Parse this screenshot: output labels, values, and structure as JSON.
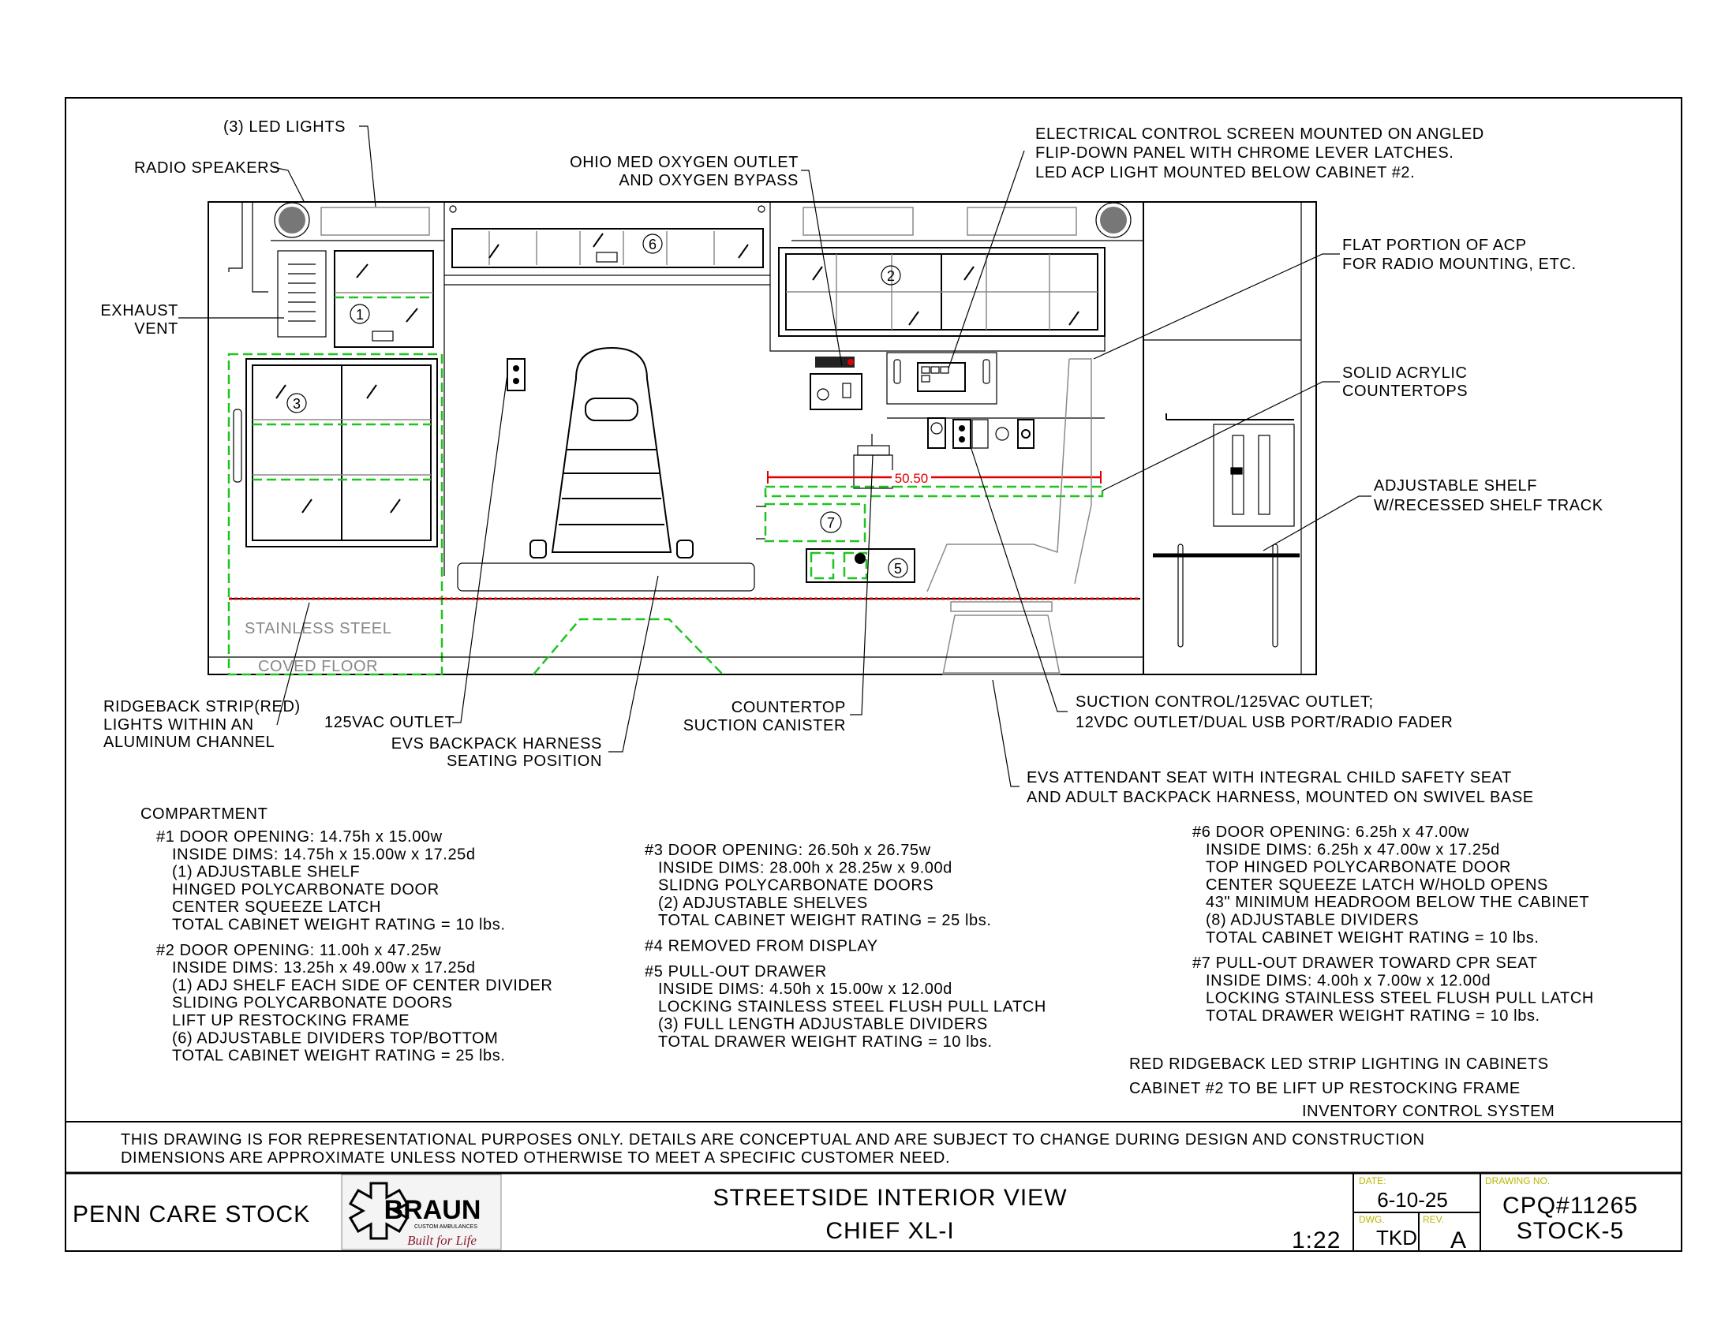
{
  "callouts": {
    "led_lights": "(3) LED LIGHTS",
    "radio_speakers": "RADIO SPEAKERS",
    "exhaust_vent": [
      "EXHAUST",
      "VENT"
    ],
    "oxygen": [
      "OHIO MED OXYGEN OUTLET",
      "AND OXYGEN BYPASS"
    ],
    "electrical": [
      "ELECTRICAL CONTROL SCREEN MOUNTED ON ANGLED",
      "FLIP-DOWN PANEL WITH CHROME LEVER LATCHES.",
      "LED ACP LIGHT MOUNTED BELOW CABINET #2."
    ],
    "flat_portion": [
      "FLAT PORTION OF ACP",
      "FOR RADIO MOUNTING, ETC."
    ],
    "countertops": [
      "SOLID ACRYLIC",
      "COUNTERTOPS"
    ],
    "adj_shelf": [
      "ADJUSTABLE SHELF",
      "W/RECESSED SHELF TRACK"
    ],
    "ridgeback": [
      "RIDGEBACK STRIP(RED)",
      "LIGHTS WITHIN AN",
      "ALUMINUM CHANNEL"
    ],
    "outlet": "125VAC OUTLET",
    "evs_backpack": [
      "EVS BACKPACK HARNESS",
      "SEATING POSITION"
    ],
    "canister": [
      "COUNTERTOP",
      "SUCTION CANISTER"
    ],
    "suction": [
      "SUCTION CONTROL/125VAC OUTLET;",
      "12VDC OUTLET/DUAL USB PORT/RADIO FADER"
    ],
    "attendant": [
      "EVS ATTENDANT SEAT WITH INTEGRAL CHILD SAFETY SEAT",
      "AND ADULT BACKPACK HARNESS, MOUNTED ON SWIVEL BASE"
    ]
  },
  "drawing": {
    "stainless": "STAINLESS STEEL",
    "coved": "COVED FLOOR",
    "dimension": "50.50",
    "cabinet_numbers": [
      "1",
      "2",
      "3",
      "5",
      "6",
      "7"
    ]
  },
  "specs": {
    "heading": "COMPARTMENT",
    "col1": [
      {
        "t": "#1 DOOR OPENING: 14.75h x 15.00w",
        "h": true
      },
      {
        "t": "INSIDE DIMS: 14.75h x 15.00w x 17.25d"
      },
      {
        "t": "(1) ADJUSTABLE SHELF"
      },
      {
        "t": "HINGED POLYCARBONATE DOOR"
      },
      {
        "t": "CENTER SQUEEZE LATCH"
      },
      {
        "t": "TOTAL CABINET WEIGHT RATING = 10 lbs."
      },
      {
        "t": "#2 DOOR OPENING: 11.00h x 47.25w",
        "h": true
      },
      {
        "t": "INSIDE DIMS: 13.25h x 49.00w x 17.25d"
      },
      {
        "t": "(1) ADJ SHELF EACH SIDE OF CENTER DIVIDER"
      },
      {
        "t": "SLIDING POLYCARBONATE DOORS"
      },
      {
        "t": "LIFT UP RESTOCKING FRAME"
      },
      {
        "t": "(6) ADJUSTABLE DIVIDERS TOP/BOTTOM"
      },
      {
        "t": "TOTAL CABINET WEIGHT RATING = 25 lbs."
      }
    ],
    "col2": [
      {
        "t": "#3 DOOR OPENING: 26.50h x 26.75w",
        "h": true
      },
      {
        "t": "INSIDE DIMS: 28.00h x 28.25w x 9.00d"
      },
      {
        "t": "SLIDNG POLYCARBONATE DOORS"
      },
      {
        "t": "(2) ADJUSTABLE SHELVES"
      },
      {
        "t": "TOTAL CABINET WEIGHT RATING = 25 lbs."
      },
      {
        "t": "#4 REMOVED FROM DISPLAY",
        "h": true
      },
      {
        "t": "#5 PULL-OUT DRAWER",
        "h": true
      },
      {
        "t": "INSIDE DIMS: 4.50h x 15.00w x 12.00d"
      },
      {
        "t": "LOCKING STAINLESS STEEL FLUSH PULL LATCH"
      },
      {
        "t": "(3) FULL LENGTH ADJUSTABLE DIVIDERS"
      },
      {
        "t": "TOTAL DRAWER WEIGHT RATING = 10 lbs."
      }
    ],
    "col3": [
      {
        "t": "#6 DOOR OPENING: 6.25h x 47.00w",
        "h": true
      },
      {
        "t": "INSIDE DIMS: 6.25h x 47.00w x 17.25d"
      },
      {
        "t": "TOP HINGED POLYCARBONATE DOOR"
      },
      {
        "t": "CENTER SQUEEZE LATCH W/HOLD OPENS"
      },
      {
        "t": "43\" MINIMUM HEADROOM BELOW THE CABINET"
      },
      {
        "t": "(8) ADJUSTABLE DIVIDERS"
      },
      {
        "t": "TOTAL CABINET WEIGHT RATING = 10 lbs."
      },
      {
        "t": "#7 PULL-OUT DRAWER TOWARD CPR SEAT",
        "h": true
      },
      {
        "t": "INSIDE DIMS: 4.00h x 7.00w x 12.00d"
      },
      {
        "t": "LOCKING STAINLESS STEEL FLUSH PULL LATCH"
      },
      {
        "t": "TOTAL DRAWER WEIGHT RATING = 10 lbs."
      }
    ],
    "notes": [
      "RED RIDGEBACK LED STRIP LIGHTING IN CABINETS",
      "CABINET #2 TO BE LIFT UP RESTOCKING FRAME",
      "INVENTORY CONTROL SYSTEM"
    ]
  },
  "disclaimer": [
    "THIS DRAWING IS FOR REPRESENTATIONAL PURPOSES ONLY.  DETAILS ARE CONCEPTUAL AND ARE SUBJECT TO CHANGE DURING DESIGN AND CONSTRUCTION",
    "DIMENSIONS ARE APPROXIMATE UNLESS NOTED OTHERWISE TO MEET A SPECIFIC CUSTOMER NEED."
  ],
  "title_block": {
    "customer": "PENN CARE STOCK",
    "logo_text": "BRAUN",
    "logo_sub": "CUSTOM AMBULANCES",
    "logo_tagline": "Built for Life",
    "title": "STREETSIDE INTERIOR VIEW",
    "model": "CHIEF XL-I",
    "scale": "1:22",
    "date_label": "DATE:",
    "date": "6-10-25",
    "dwg_label": "DWG.",
    "dwg": "TKD",
    "rev_label": "REV.",
    "rev": "A",
    "drawing_no_label": "DRAWING NO.",
    "drawing_no": "CPQ#11265",
    "sheet": "STOCK-5"
  },
  "colors": {
    "ridgeback_red": "#e00000",
    "dashed_green": "#1fc41f",
    "label_yellow": "#b8b800"
  }
}
